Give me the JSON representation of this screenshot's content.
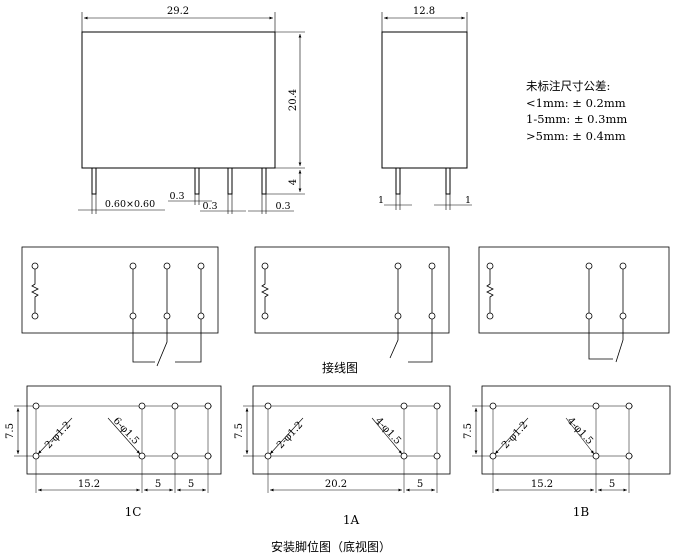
{
  "outline": {
    "width": "29.2",
    "depth": "12.8",
    "height": "20.4",
    "pin_length": "4",
    "pin_size": "0.60×0.60",
    "pin_thickness": "0.3",
    "side_pin_offset": "1"
  },
  "tolerance": {
    "title": "未标注尺寸公差:",
    "rows": [
      "<1mm: ± 0.2mm",
      "1-5mm: ± 0.3mm",
      ">5mm: ± 0.4mm"
    ]
  },
  "wiring_caption": "接线图",
  "layouts": [
    {
      "label": "1C",
      "row_pitch": "7.5",
      "hole1": "2-φ1.2",
      "hole2": "6-φ1.5",
      "span1": "15.2",
      "span2": "5",
      "span3": "5"
    },
    {
      "label": "1A",
      "row_pitch": "7.5",
      "hole1": "2-φ1.2",
      "hole2": "4-φ1.5",
      "span1": "20.2",
      "span2": "5"
    },
    {
      "label": "1B",
      "row_pitch": "7.5",
      "hole1": "2-φ1.2",
      "hole2": "4-φ1.5",
      "span1": "15.2",
      "span2": "5"
    }
  ],
  "mount_caption": "安装脚位图（底视图）"
}
